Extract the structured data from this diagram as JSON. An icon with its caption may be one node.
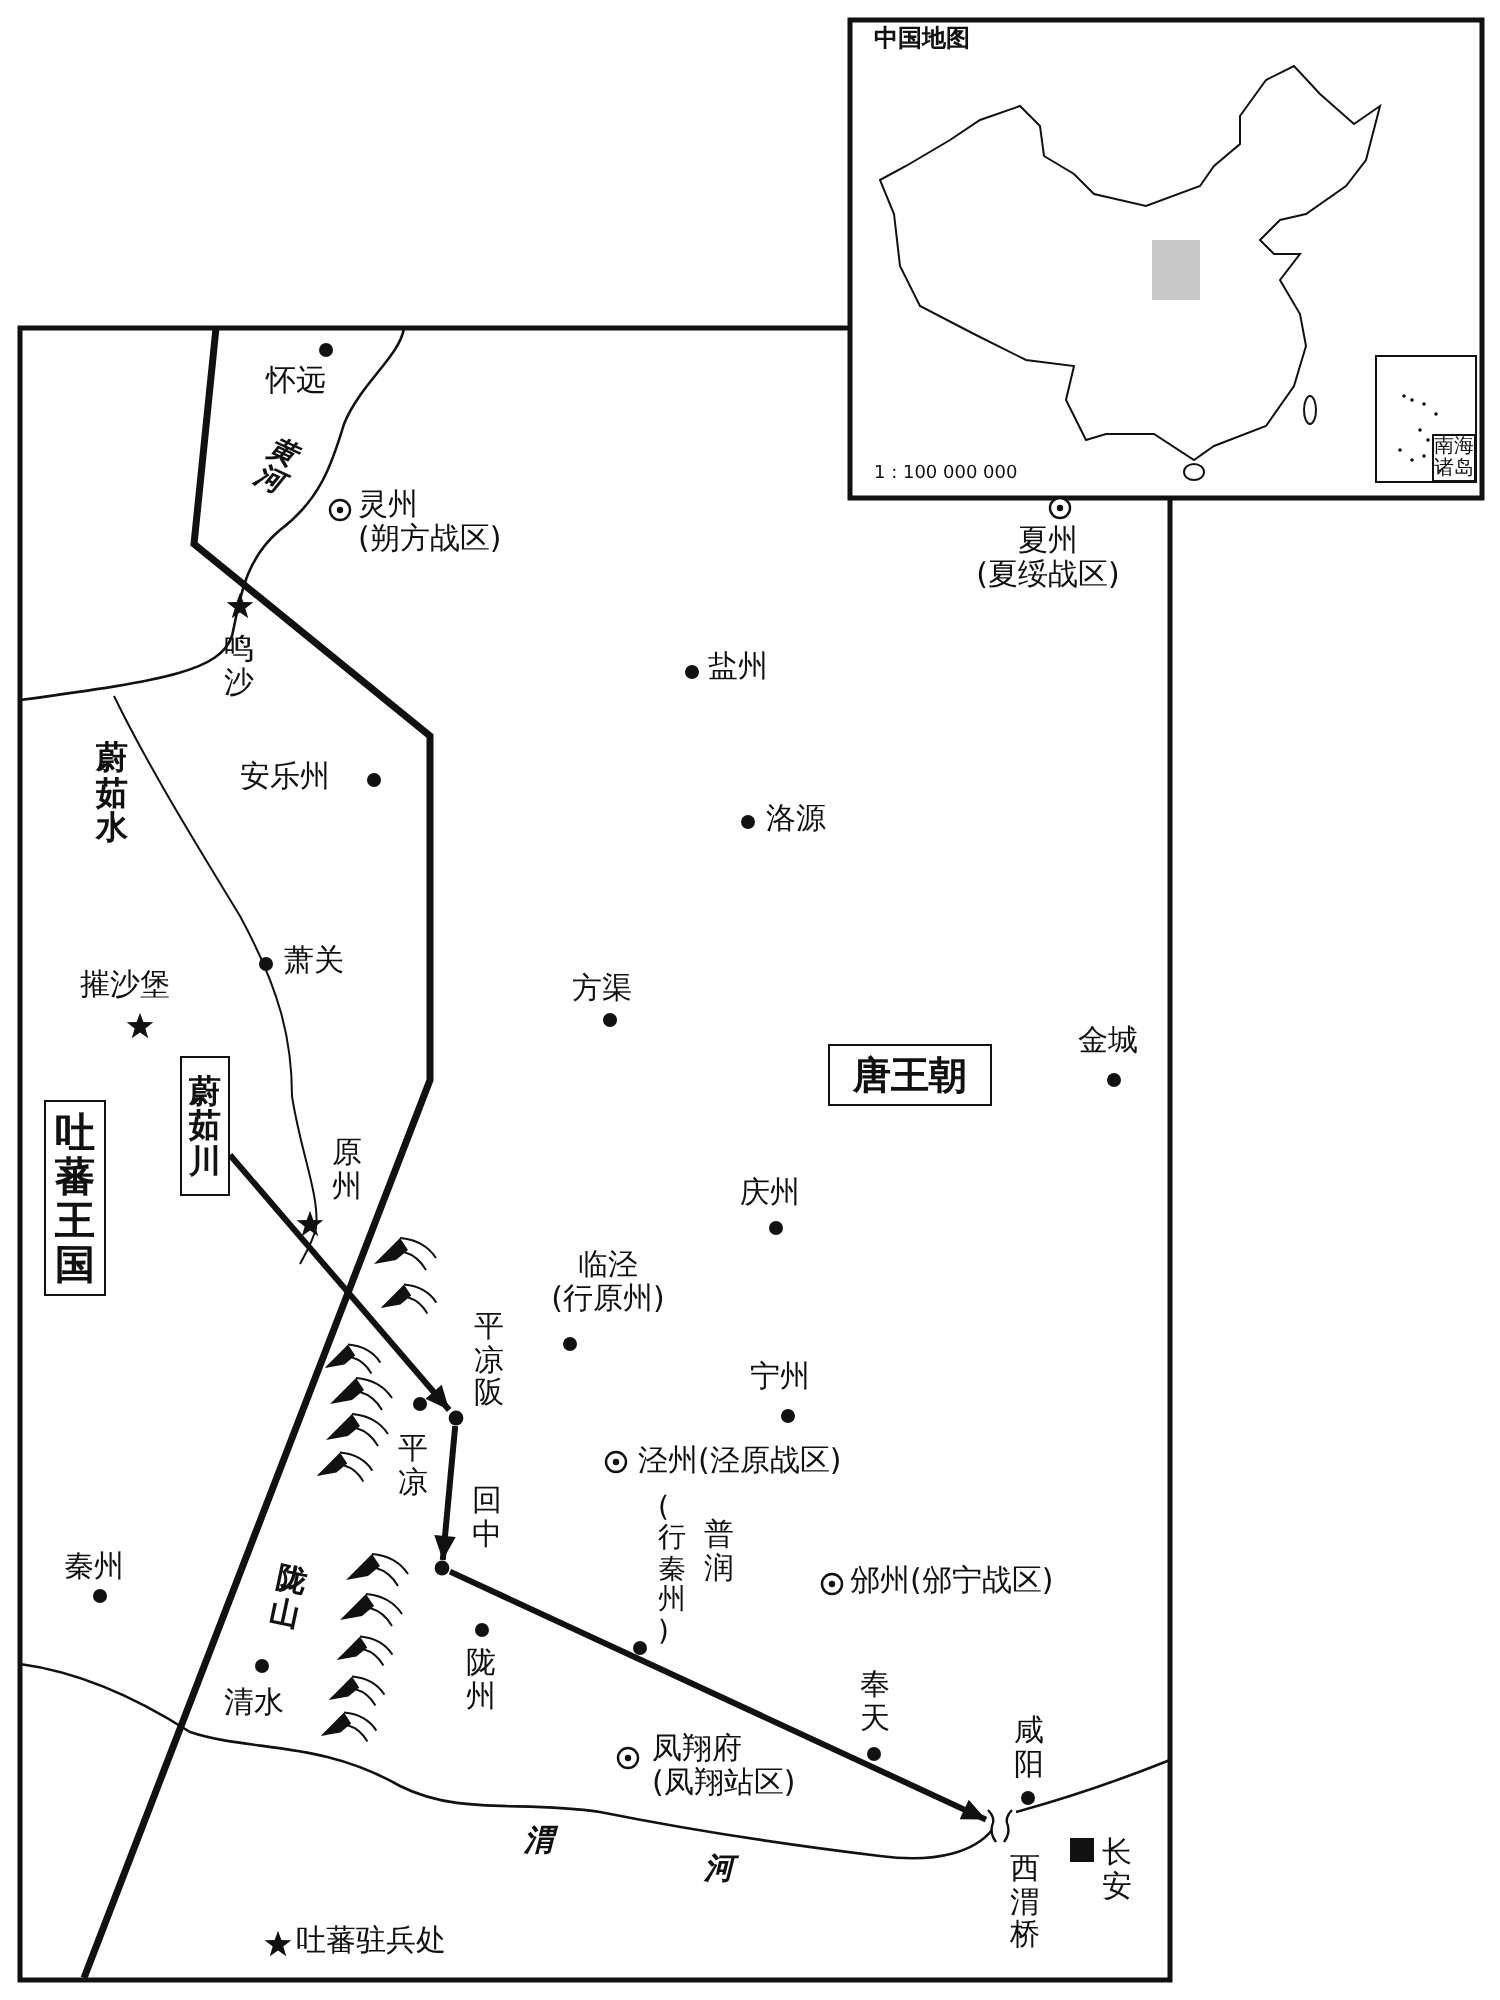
{
  "diagram": {
    "nodes": [
      {
        "text": [
          "蔚茹川"
        ]
      },
      {
        "text": [],
        "shape": "circle",
        "beside": [
          "平凉阪"
        ]
      },
      {
        "text": [],
        "shape": "circle",
        "beside": [
          "回中"
        ]
      },
      {
        "text": [],
        "shape": "bridge",
        "beside": [
          "西渭桥"
        ]
      },
      {
        "text": [
          "吐蕃王国"
        ]
      },
      {
        "text": [
          "唐王朝"
        ]
      }
    ],
    "edges": [
      {
        "from": 0,
        "to": 1,
        "arrow": "to"
      },
      {
        "from": 1,
        "to": 2,
        "arrow": "to"
      },
      {
        "from": 2,
        "to": 3,
        "arrow": "to"
      }
    ],
    "labels": [
      "中国地图",
      "南海诸岛",
      "1 : 100 000 000",
      "怀远",
      "黄河",
      "灵州(朔方战区)",
      "夏州(夏绥战区)",
      "鸣沙",
      "盐州",
      "蔚茹水",
      "安乐州",
      "洛源",
      "萧关",
      "摧沙堡",
      "方渠",
      "金城",
      "原州",
      "庆州",
      "临泾(行原州)",
      "宁州",
      "平凉",
      "泾州(泾原战区)",
      "普润",
      "(行秦州)",
      "邠州(邠宁战区)",
      "秦州",
      "陇山",
      "陇州",
      "清水",
      "奉天",
      "凤翔府(凤翔站区)",
      "咸阳",
      "渭",
      "河",
      "长安"
    ],
    "legend": [
      {
        "text": "吐蕃驻兵处"
      }
    ]
  }
}
